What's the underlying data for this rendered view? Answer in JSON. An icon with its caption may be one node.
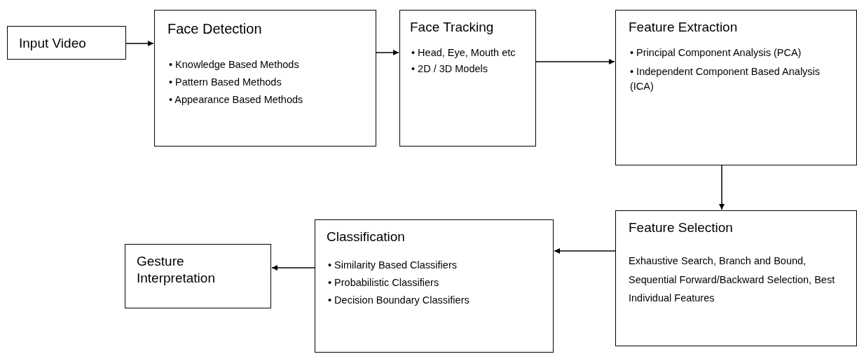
{
  "diagram": {
    "nodes": [
      {
        "text": [
          "Input Video"
        ]
      },
      {
        "text": [
          "Face Detection",
          "• Knowledge Based Methods",
          "• Pattern Based Methods",
          "• Appearance Based Methods"
        ]
      },
      {
        "text": [
          "Face Tracking",
          "• Head, Eye, Mouth etc",
          "• 2D / 3D Models"
        ]
      },
      {
        "text": [
          "Feature Extraction",
          "• Principal Component Analysis (PCA)",
          "• Independent Component Based Analysis (ICA)"
        ]
      },
      {
        "text": [
          "Feature Selection",
          "Exhaustive Search, Branch and Bound, Sequential Forward/Backward Selection, Best Individual Features"
        ]
      },
      {
        "text": [
          "Classification",
          "• Similarity Based Classifiers",
          "• Probabilistic Classifiers",
          "• Decision Boundary Classifiers"
        ]
      },
      {
        "text": [
          "Gesture Interpretation"
        ]
      }
    ],
    "edges": [
      {
        "from": 0,
        "to": 1,
        "arrow": "to"
      },
      {
        "from": 1,
        "to": 2,
        "arrow": "to"
      },
      {
        "from": 2,
        "to": 3,
        "arrow": "to"
      },
      {
        "from": 3,
        "to": 4,
        "arrow": "to"
      },
      {
        "from": 4,
        "to": 5,
        "arrow": "to"
      },
      {
        "from": 5,
        "to": 6,
        "arrow": "to"
      }
    ]
  }
}
